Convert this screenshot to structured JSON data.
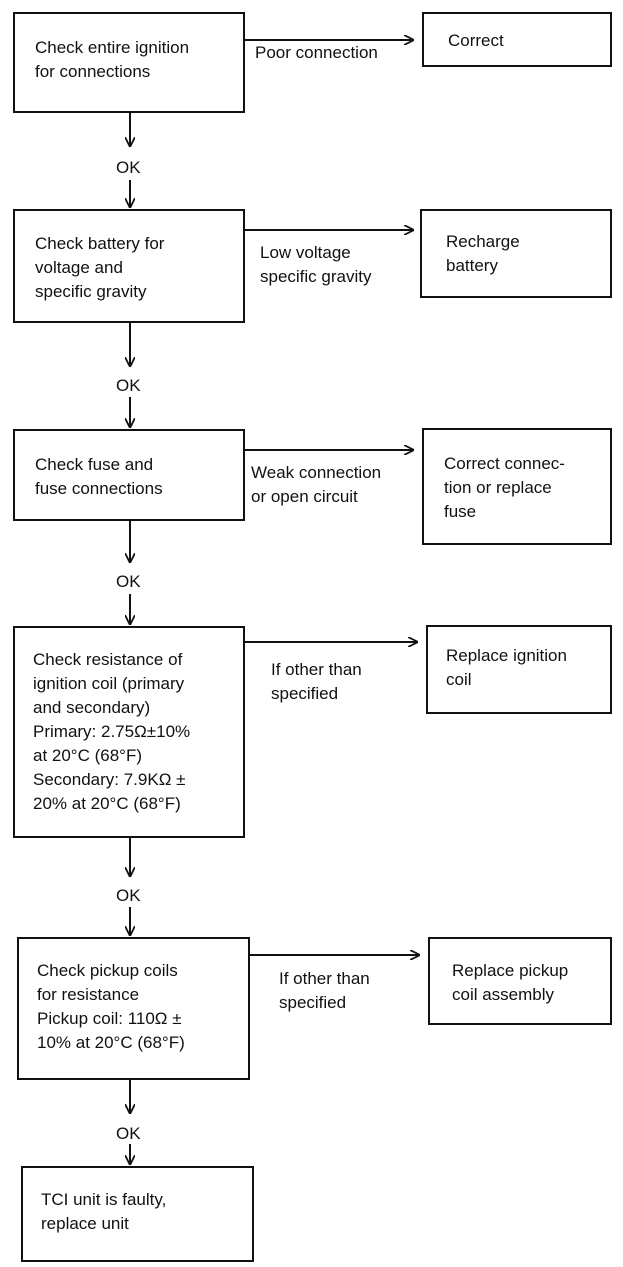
{
  "steps": [
    {
      "check": "Check entire ignition\nfor connections",
      "fail_condition": "Poor connection",
      "action": "Correct"
    },
    {
      "check": "Check battery for\nvoltage and\nspecific gravity",
      "fail_condition": "Low voltage\nspecific gravity",
      "action": "Recharge\nbattery"
    },
    {
      "check": "Check fuse and\nfuse connections",
      "fail_condition": "Weak connection\nor open circuit",
      "action": "Correct connec-\ntion or replace\nfuse"
    },
    {
      "check": "Check resistance of\nignition coil (primary\nand secondary)\nPrimary: 2.75Ω±10%\nat 20°C (68°F)\nSecondary: 7.9KΩ ±\n20% at 20°C (68°F)",
      "fail_condition": "If other than\nspecified",
      "action": "Replace ignition\ncoil"
    },
    {
      "check": "Check pickup coils\nfor resistance\nPickup coil: 110Ω ±\n10% at 20°C (68°F)",
      "fail_condition": "If other than\nspecified",
      "action": "Replace pickup\ncoil assembly"
    }
  ],
  "ok_label": "OK",
  "final": "TCI unit is faulty,\nreplace unit"
}
